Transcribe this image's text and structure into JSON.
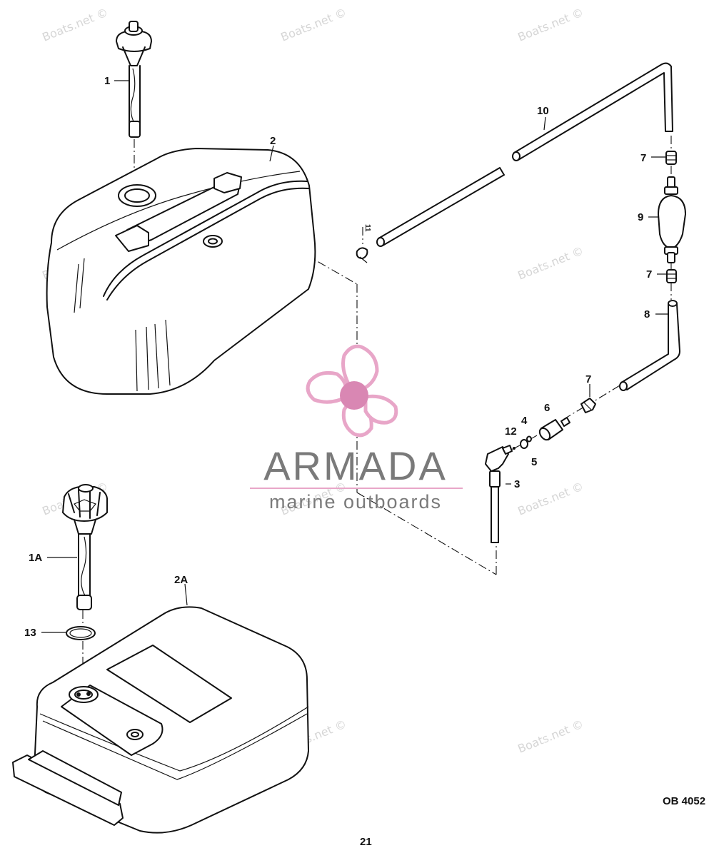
{
  "callouts": {
    "c1": "1",
    "c2": "2",
    "c10": "10",
    "c7a": "7",
    "c9": "9",
    "c7b": "7",
    "c8": "8",
    "c11": "11",
    "c7c": "7",
    "c6": "6",
    "c4": "4",
    "c12": "12",
    "c5": "5",
    "c3": "3",
    "c1A": "1A",
    "c2A": "2A",
    "c13": "13"
  },
  "figure_code": "OB 4052",
  "page_number": "21",
  "watermark": {
    "text": "Boats.net ©",
    "color": "#d6d6d6"
  },
  "brand": {
    "name": "ARMADA",
    "tagline": "marine outboards",
    "logo_color": "#e8a6c8",
    "logo_center_color": "#d987b3",
    "text_color": "#7a7a7a"
  }
}
